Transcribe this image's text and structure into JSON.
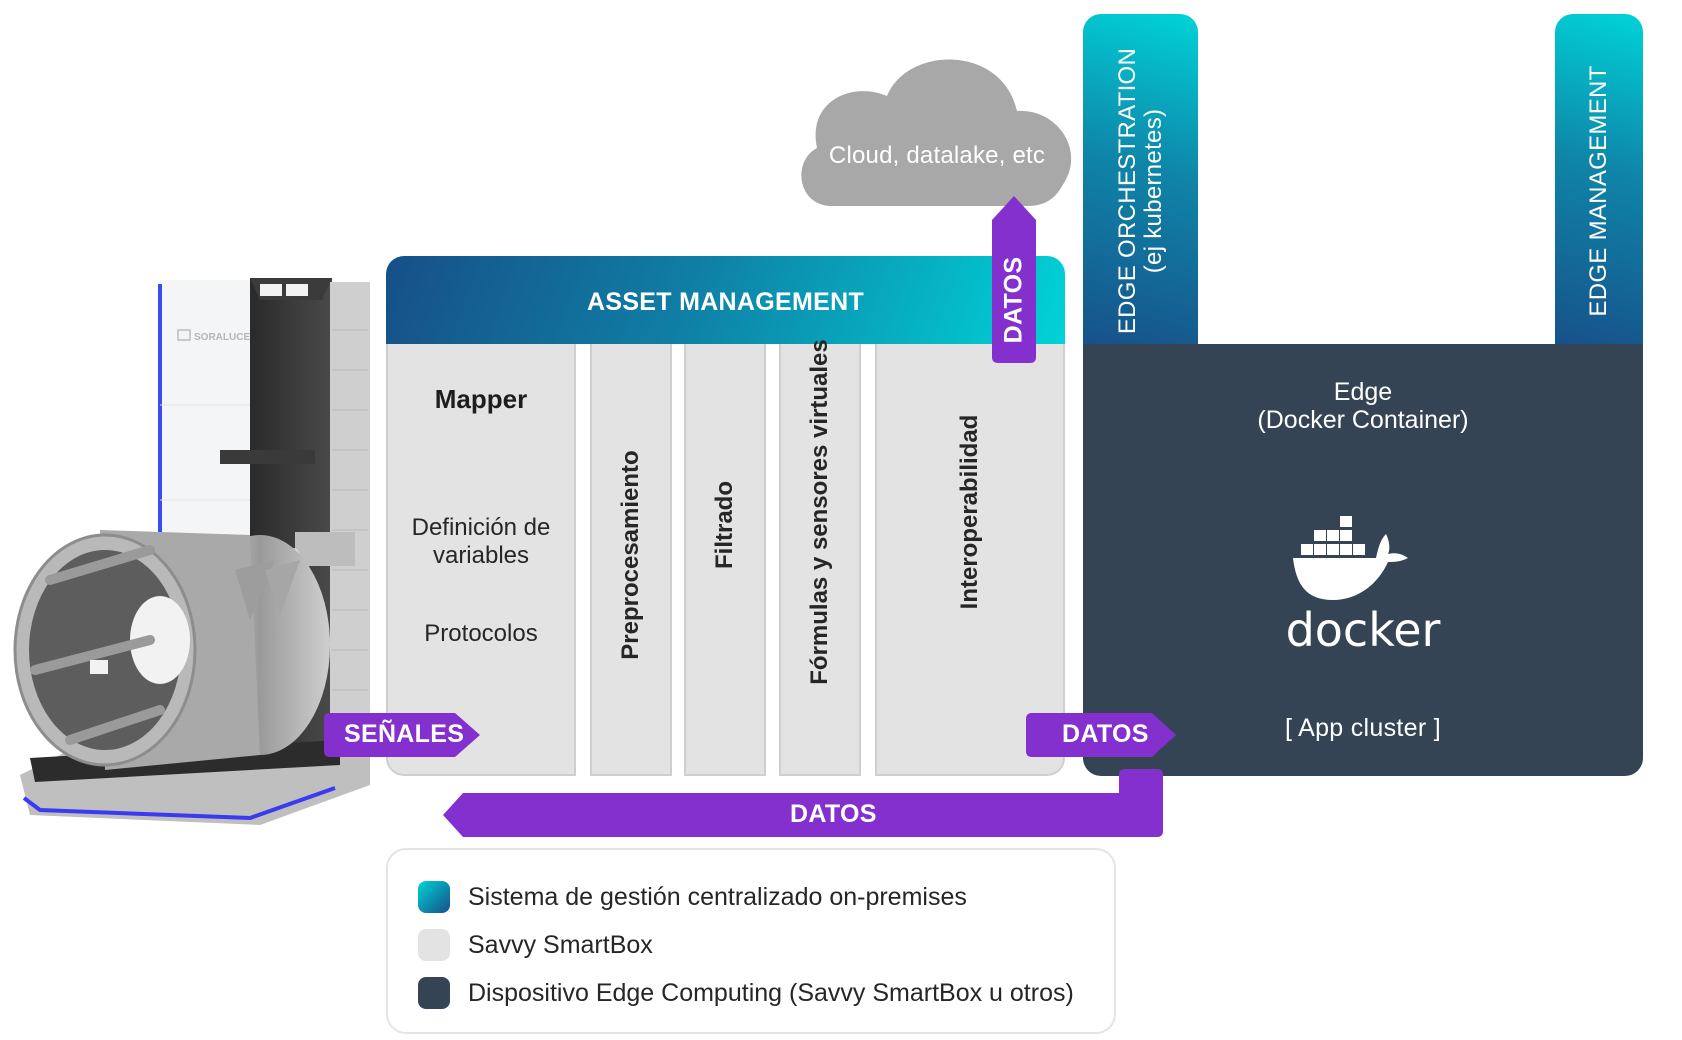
{
  "cloud": {
    "label": "Cloud, datalake, etc",
    "color": "#a8a8a8"
  },
  "asset_management": {
    "title": "ASSET MANAGEMENT",
    "mapper": {
      "title": "Mapper",
      "definition_line1": "Definición de",
      "definition_line2": "variables",
      "protocols": "Protocolos"
    },
    "columns": [
      {
        "label": "Preprocesamiento"
      },
      {
        "label": "Filtrado"
      },
      {
        "label": "Fórmulas y sensores virtuales"
      },
      {
        "label": "Interoperabilidad"
      }
    ]
  },
  "edge": {
    "orchestration_line1": "EDGE ORCHESTRATION",
    "orchestration_line2": "(ej kubernetes)",
    "management": "EDGE MANAGEMENT",
    "title_line1": "Edge",
    "title_line2": "(Docker Container)",
    "logo_text": "docker",
    "app_cluster": "[ App cluster ]"
  },
  "arrows": {
    "signals": "SEÑALES",
    "data_to_edge": "DATOS",
    "data_to_cloud": "DATOS",
    "data_back": "DATOS"
  },
  "machine": {
    "brand": "SORALUCE"
  },
  "legend": [
    {
      "label": "Sistema de gestión centralizado on-premises",
      "swatch": "teal-gradient"
    },
    {
      "label": "Savvy SmartBox",
      "swatch": "#e3e3e3"
    },
    {
      "label": "Dispositivo Edge Computing (Savvy SmartBox u otros)",
      "swatch": "#344455"
    }
  ],
  "colors": {
    "accent_purple": "#8430ce",
    "edge_dark": "#344455",
    "teal_light": "#00d3d8",
    "teal_dark": "#174f88",
    "smartbox_grey": "#e3e3e3"
  }
}
